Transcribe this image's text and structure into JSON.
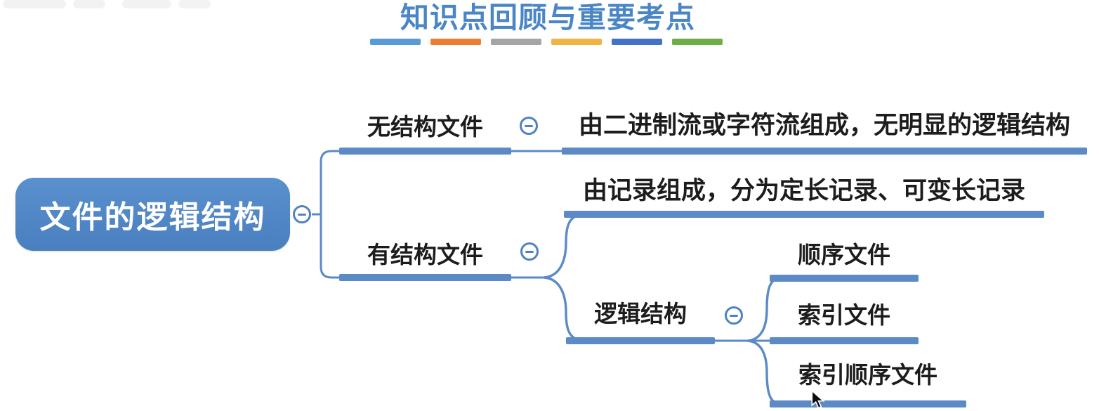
{
  "title": "知识点回顾与重要考点",
  "accent_bars": [
    "#5b9bd5",
    "#ed7d31",
    "#a5a5a5",
    "#eeb543",
    "#4472c4",
    "#70ad47"
  ],
  "mindmap": {
    "line_color": "#5b8ac6",
    "root_color": "#4e86c5",
    "collapse_icon": "minus-circle",
    "root": {
      "label": "文件的逻辑结构"
    },
    "branches": [
      {
        "label": "无结构文件",
        "children": [
          {
            "label": "由二进制流或字符流组成，无明显的逻辑结构"
          }
        ]
      },
      {
        "label": "有结构文件",
        "children": [
          {
            "label": "由记录组成，分为定长记录、可变长记录"
          },
          {
            "label": "逻辑结构",
            "children": [
              {
                "label": "顺序文件"
              },
              {
                "label": "索引文件"
              },
              {
                "label": "索引顺序文件"
              }
            ]
          }
        ]
      }
    ]
  }
}
